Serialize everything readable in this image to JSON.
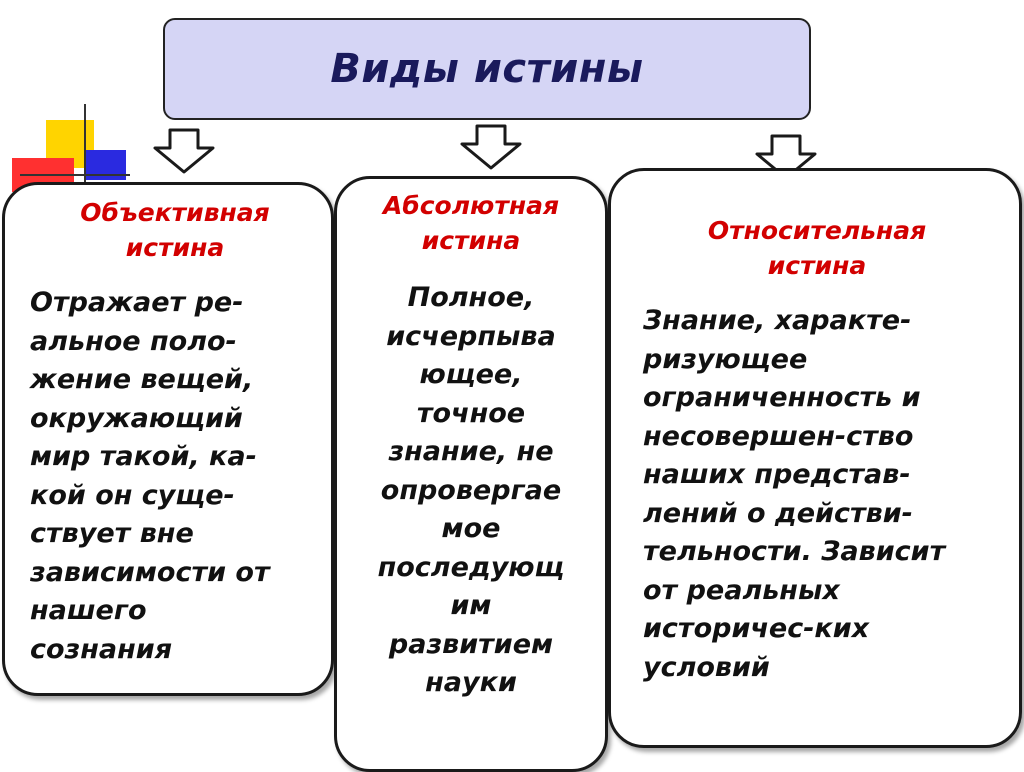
{
  "title": "Виды истины",
  "cards": [
    {
      "title_lines": [
        "Объективная",
        "истина"
      ],
      "body_lines": [
        "Отражает ре-",
        "альное поло-",
        "жение вещей,",
        "окружающий",
        "мир такой, ка-",
        "кой он суще-",
        "ствует вне",
        "зависимости от",
        "нашего",
        "сознания"
      ]
    },
    {
      "title_lines": [
        "Абсолютная",
        "истина"
      ],
      "body_lines": [
        "Полное,",
        "исчерпыва",
        "ющее,",
        "точное",
        "знание, не",
        "опровергае",
        "мое",
        "последующ",
        "им",
        "развитием",
        "науки"
      ]
    },
    {
      "title_lines": [
        "Относительная",
        "истина"
      ],
      "body_lines": [
        "Знание, характе-",
        "ризующее",
        "ограниченность и",
        "несовершен-ство",
        "наших представ-",
        "лений о действи-",
        "тельности. Зависит",
        "от реальных",
        "историчес-ких",
        "условий"
      ]
    }
  ],
  "colors": {
    "title_fill": "#d5d5f5",
    "title_text": "#1a1a5c",
    "card_title": "#d20000",
    "body_text": "#111111"
  }
}
